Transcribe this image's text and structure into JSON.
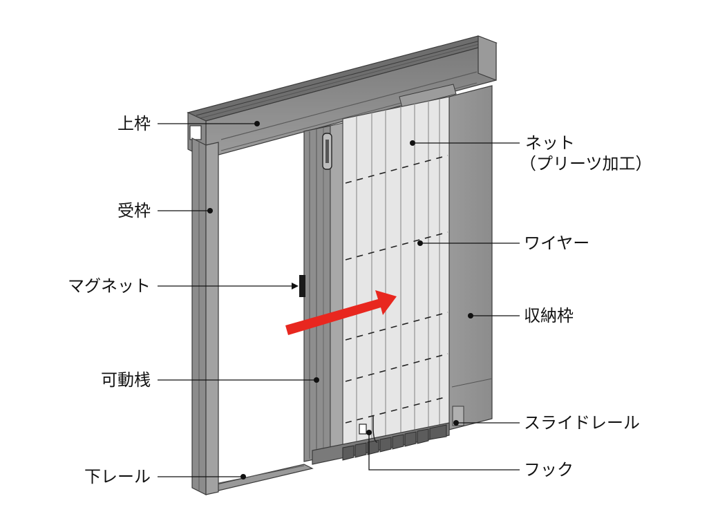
{
  "labels": {
    "top_frame": "上枠",
    "receiving_frame": "受枠",
    "magnet": "マグネット",
    "movable_bar": "可動桟",
    "bottom_rail": "下レール",
    "net_line1": "ネット",
    "net_line2": "（プリーツ加工）",
    "wire": "ワイヤー",
    "storage_frame": "収納枠",
    "slide_rail": "スライドレール",
    "hook": "フック"
  },
  "colors": {
    "frame_dark": "#4a4a4a",
    "frame_mid": "#8a8a8a",
    "frame_light": "#b4b4b4",
    "net": "#e6e6e6",
    "arrow": "#e8271f",
    "leader": "#111111"
  }
}
